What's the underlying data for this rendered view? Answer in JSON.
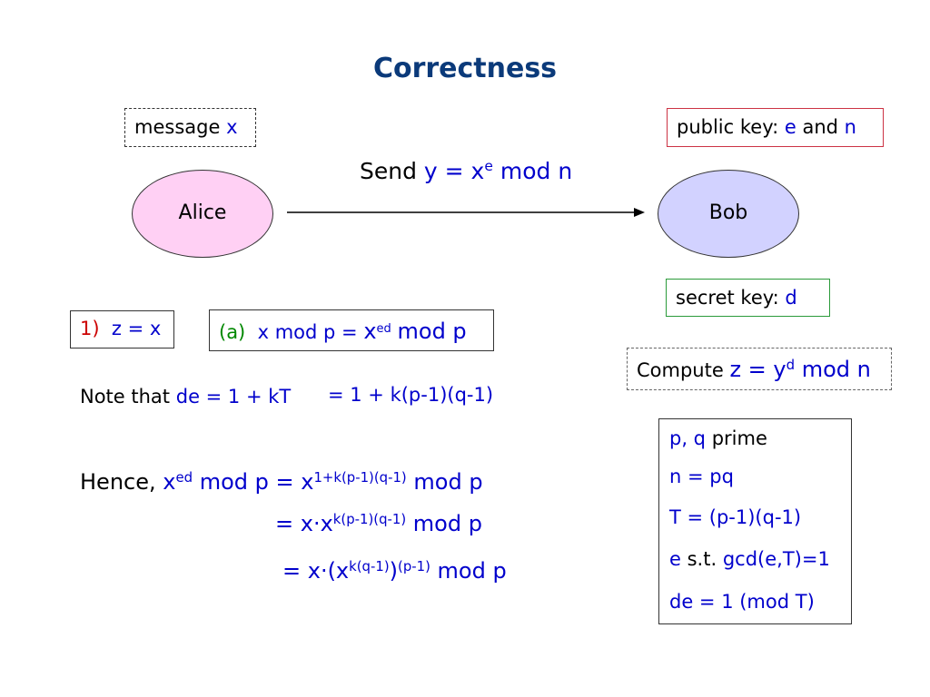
{
  "title": "Correctness",
  "message": {
    "label": "message",
    "var": "x"
  },
  "public_key": {
    "label": "public key:",
    "e": "e",
    "and": "and",
    "n": "n"
  },
  "alice": "Alice",
  "bob": "Bob",
  "send": {
    "word": "Send",
    "expr": "y = x",
    "exp": "e",
    "tail": "mod n"
  },
  "secret_key": {
    "label": "secret key:",
    "d": "d"
  },
  "z_box": {
    "num": "1)",
    "expr": "z = x"
  },
  "a_box": {
    "label": "(a)",
    "lhs": "x mod p = ",
    "base": "x",
    "exp": "ed",
    "tail": "mod p"
  },
  "compute": {
    "word": "Compute",
    "expr": "z = y",
    "exp": "d",
    "tail": "mod n"
  },
  "note": {
    "prefix": "Note that",
    "expr": "de = 1 + kT",
    "cont": "= 1 + k(p-1)(q-1)"
  },
  "hence": {
    "prefix": "Hence,",
    "l1_base": "x",
    "l1_exp": "ed",
    "l1_mid": "mod p = x",
    "l1_exp2": "1+k(p-1)(q-1)",
    "l1_tail": "mod p",
    "l2_base": "= x·x",
    "l2_exp": "k(p-1)(q-1)",
    "l2_tail": "mod p",
    "l3_base": "= x·(x",
    "l3_exp_inner": "k(q-1)",
    "l3_close": ")",
    "l3_exp_outer": "(p-1)",
    "l3_tail": "mod p"
  },
  "facts": {
    "pq": "p, q",
    "prime": "prime",
    "n": "n = pq",
    "T": "T = (p-1)(q-1)",
    "e_pre": "e",
    "e_st": "s.t.",
    "e_cond": "gcd(e,T)=1",
    "de": "de = 1 (mod T)"
  },
  "colors": {
    "title": "#0b3a7a",
    "math": "#0000cc",
    "alice_fill": "#ffd0f4",
    "bob_fill": "#d2d2ff"
  }
}
